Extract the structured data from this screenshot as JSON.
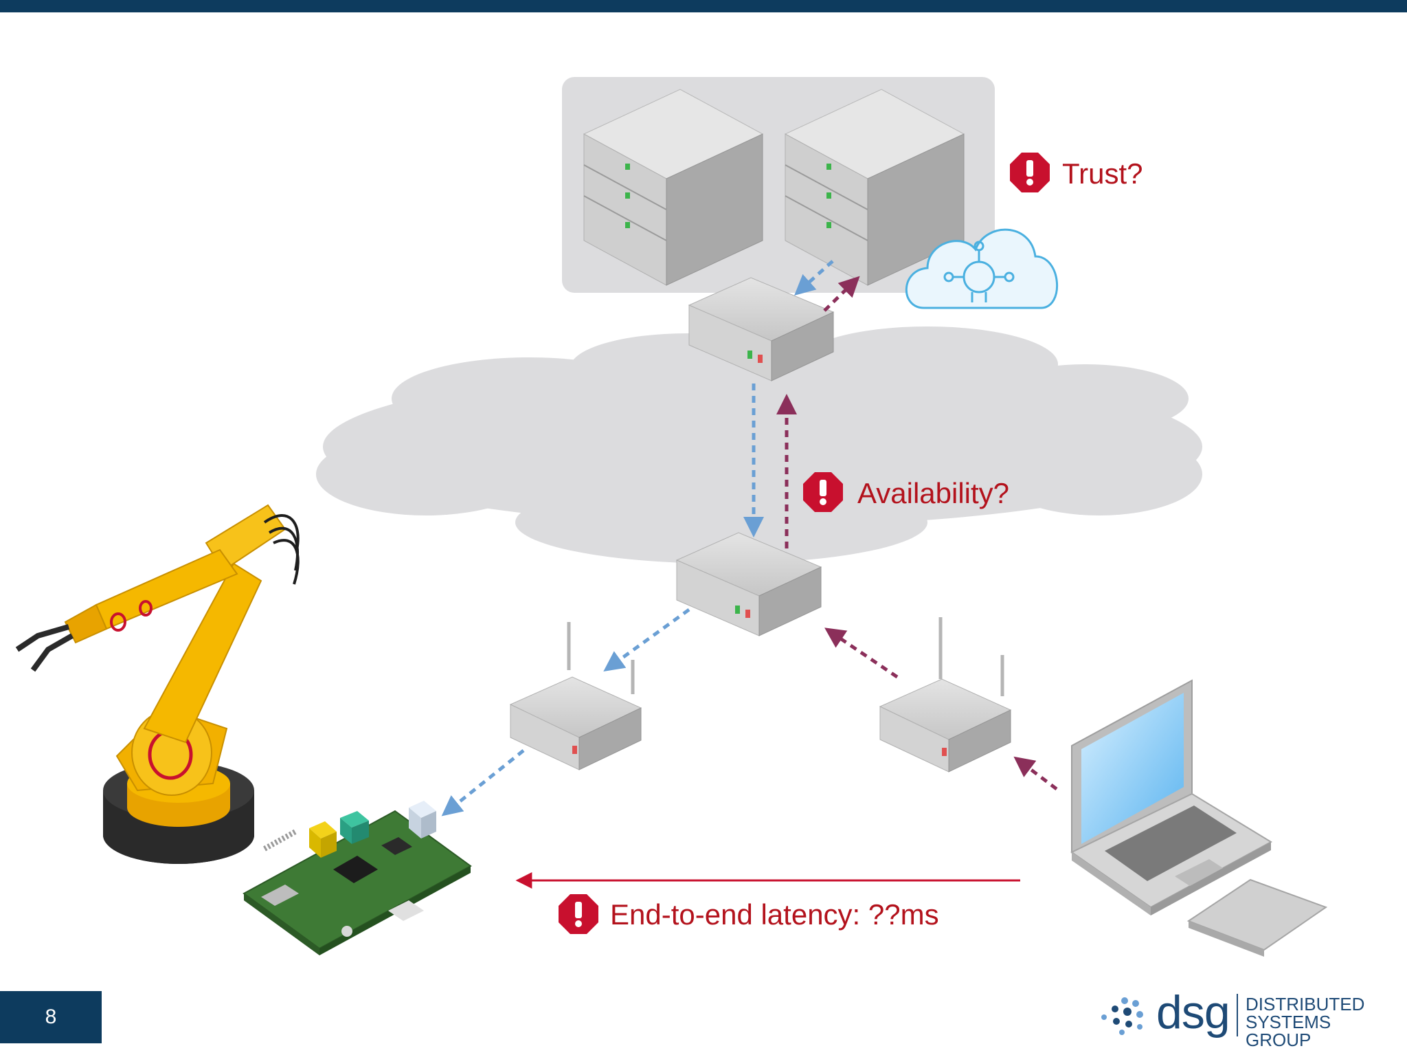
{
  "slide": {
    "page_number": "8",
    "annotations": {
      "trust": "Trust?",
      "availability": "Availability?",
      "latency": "End-to-end latency: ??ms"
    }
  },
  "logo": {
    "short": "dsg",
    "line1": "DISTRIBUTED",
    "line2": "SYSTEMS GROUP"
  },
  "colors": {
    "header_bar": "#0d3b5e",
    "warning": "#c8102e",
    "downlink_arrow": "#6a9fd4",
    "uplink_arrow": "#8b2f5a",
    "latency_arrow": "#c8102e",
    "cloud": "#dcdcde"
  },
  "icons": [
    "warning-icon",
    "server-rack-icon",
    "edge-cloud-icon",
    "network-switch-icon",
    "router-icon",
    "robot-arm-icon",
    "circuit-board-icon",
    "laptop-icon"
  ]
}
